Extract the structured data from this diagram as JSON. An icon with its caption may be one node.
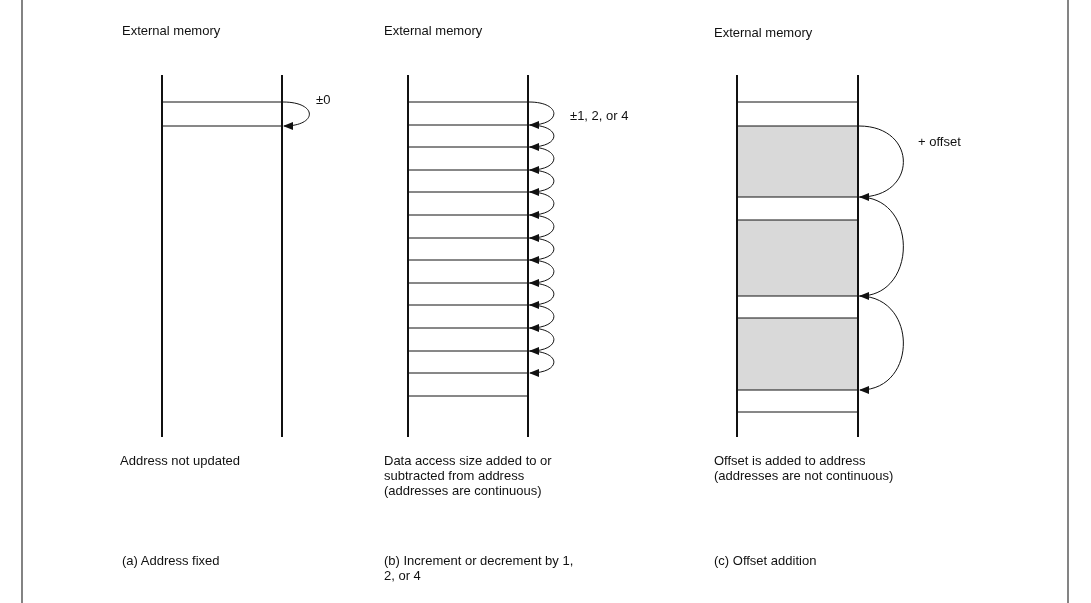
{
  "diagram": {
    "labels": [
      "External memory",
      "External memory",
      "External memory",
      "±0",
      "±1, 2, or 4",
      "+ offset",
      "Address not updated",
      "Data access size added to or subtracted from address (addresses are continuous)",
      "Offset is added to address (addresses are not continuous)",
      "(a) Address fixed",
      "(b) Increment or decrement by 1, 2, or 4",
      "(c) Offset addition"
    ]
  }
}
